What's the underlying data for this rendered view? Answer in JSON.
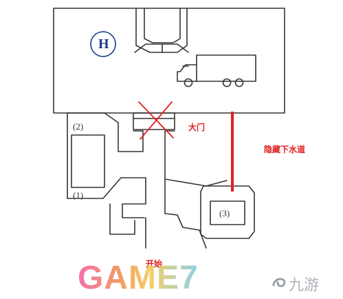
{
  "labels": {
    "gate": "大门",
    "hidden_sewer": "隐藏下水道",
    "start": "开始",
    "helipad_letter": "H",
    "room_1": "(1)",
    "room_2": "(2)",
    "room_3": "(3)"
  },
  "watermark": {
    "brand": "GAME7",
    "site": "九游"
  },
  "colors": {
    "wall": "#333333",
    "marker_red": "#e02020",
    "helipad_blue": "#1a3a8c",
    "background": "#ffffff"
  },
  "icons": [
    "helipad-icon",
    "garage-icon",
    "truck-icon",
    "x-mark",
    "swirl-logo-icon"
  ]
}
